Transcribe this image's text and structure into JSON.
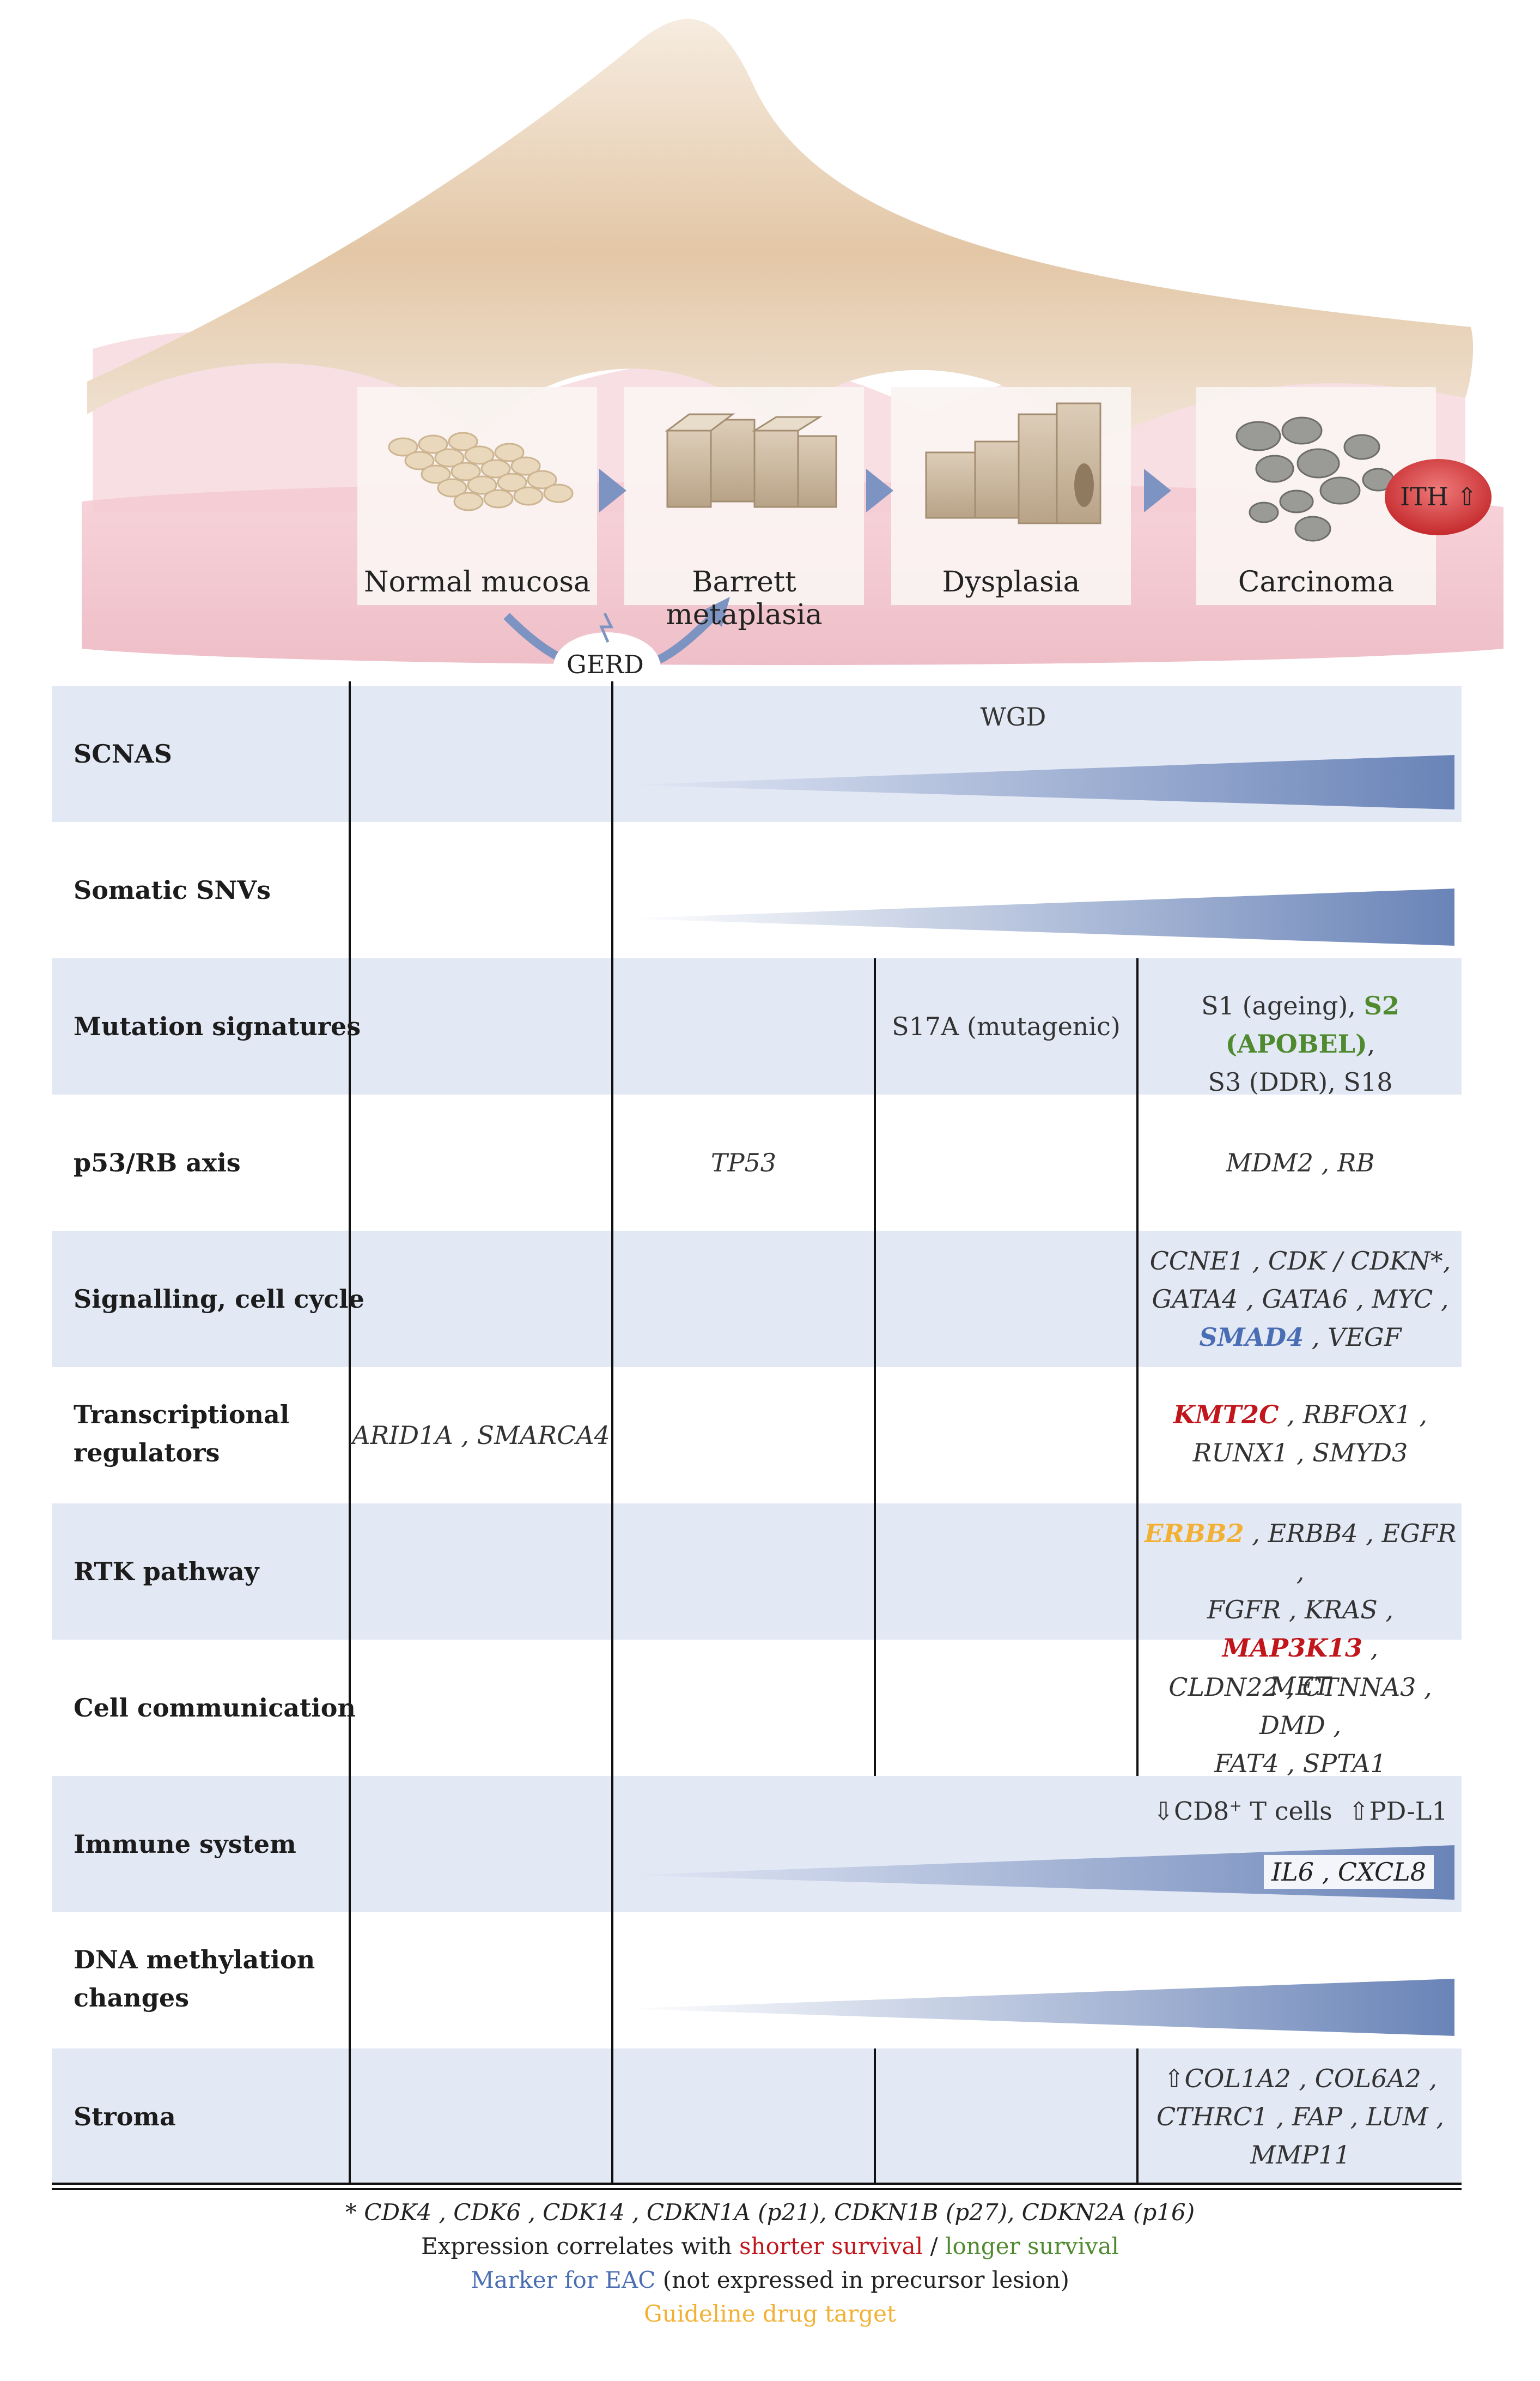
{
  "stages": [
    "Normal mucosa",
    "Barrett metaplasia",
    "Dysplasia",
    "Carcinoma"
  ],
  "ith_badge": "ITH",
  "gerd": "GERD",
  "rows": [
    {
      "label": "SCNAS",
      "wgd": "WGD"
    },
    {
      "label": "Somatic SNVs"
    },
    {
      "label": "Mutation signatures",
      "dysplasia": "S17A (mutagenic)",
      "carcinoma": {
        "line1_a": "S1 (ageing), ",
        "line1_b": "S2 (APOBEL)",
        "line1_c": ",",
        "line2": "S3 (DDR), S18"
      }
    },
    {
      "label": "p53/RB axis",
      "barrett": "TP53",
      "carcinoma": "MDM2 , RB"
    },
    {
      "label": "Signalling, cell cycle",
      "carcinoma": {
        "line1": "CCNE1 , CDK  / CDKN*,",
        "line2": "GATA4 , GATA6 , MYC ,",
        "line3_a": "SMAD4",
        "line3_b": " , VEGF"
      }
    },
    {
      "label_line1": "Transcriptional",
      "label_line2": "regulators",
      "normal": "ARID1A , SMARCA4",
      "carcinoma": {
        "line1_a": "KMT2C",
        "line1_b": " , RBFOX1 ,",
        "line2": "RUNX1 , SMYD3"
      }
    },
    {
      "label": "RTK pathway",
      "carcinoma": {
        "line1_a": "ERBB2",
        "line1_b": " , ERBB4 , EGFR ,",
        "line2_a": "FGFR , KRAS , ",
        "line2_b": "MAP3K13",
        "line2_c": " ,",
        "line3": "MET"
      }
    },
    {
      "label": "Cell communication",
      "carcinoma": {
        "line1": "CLDN22 , CTNNA3 , DMD ,",
        "line2": "FAT4 , SPTA1"
      }
    },
    {
      "label": "Immune system",
      "cd8": "CD8",
      "cd8_sup": "+",
      "cd8_rest": " T cells",
      "pdl1": "PD-L1",
      "markers": "IL6 , CXCL8"
    },
    {
      "label_line1": "DNA methylation",
      "label_line2": "changes"
    },
    {
      "label": "Stroma",
      "carcinoma": {
        "line1": "COL1A2 , COL6A2 ,",
        "line2": "CTHRC1 , FAP , LUM ,",
        "line3": "MMP11"
      }
    }
  ],
  "footnotes": {
    "genes": "* CDK4 , CDK6 , CDK14 , CDKN1A (p21), CDKN1B (p27), CDKN2A (p16)",
    "survival_prefix": "Expression correlates with ",
    "shorter": "shorter survival",
    "slash": " / ",
    "longer": "longer survival",
    "marker_a": "Marker for EAC",
    "marker_b": " (not expressed in precursor lesion)",
    "guideline": "Guideline drug target"
  },
  "colors": {
    "shade": "#e3e8f5",
    "wedge": "#6a84b8",
    "red": "#c0161c",
    "green": "#4f8a2e",
    "blue": "#4a6eb3",
    "orange": "#f2b134"
  }
}
